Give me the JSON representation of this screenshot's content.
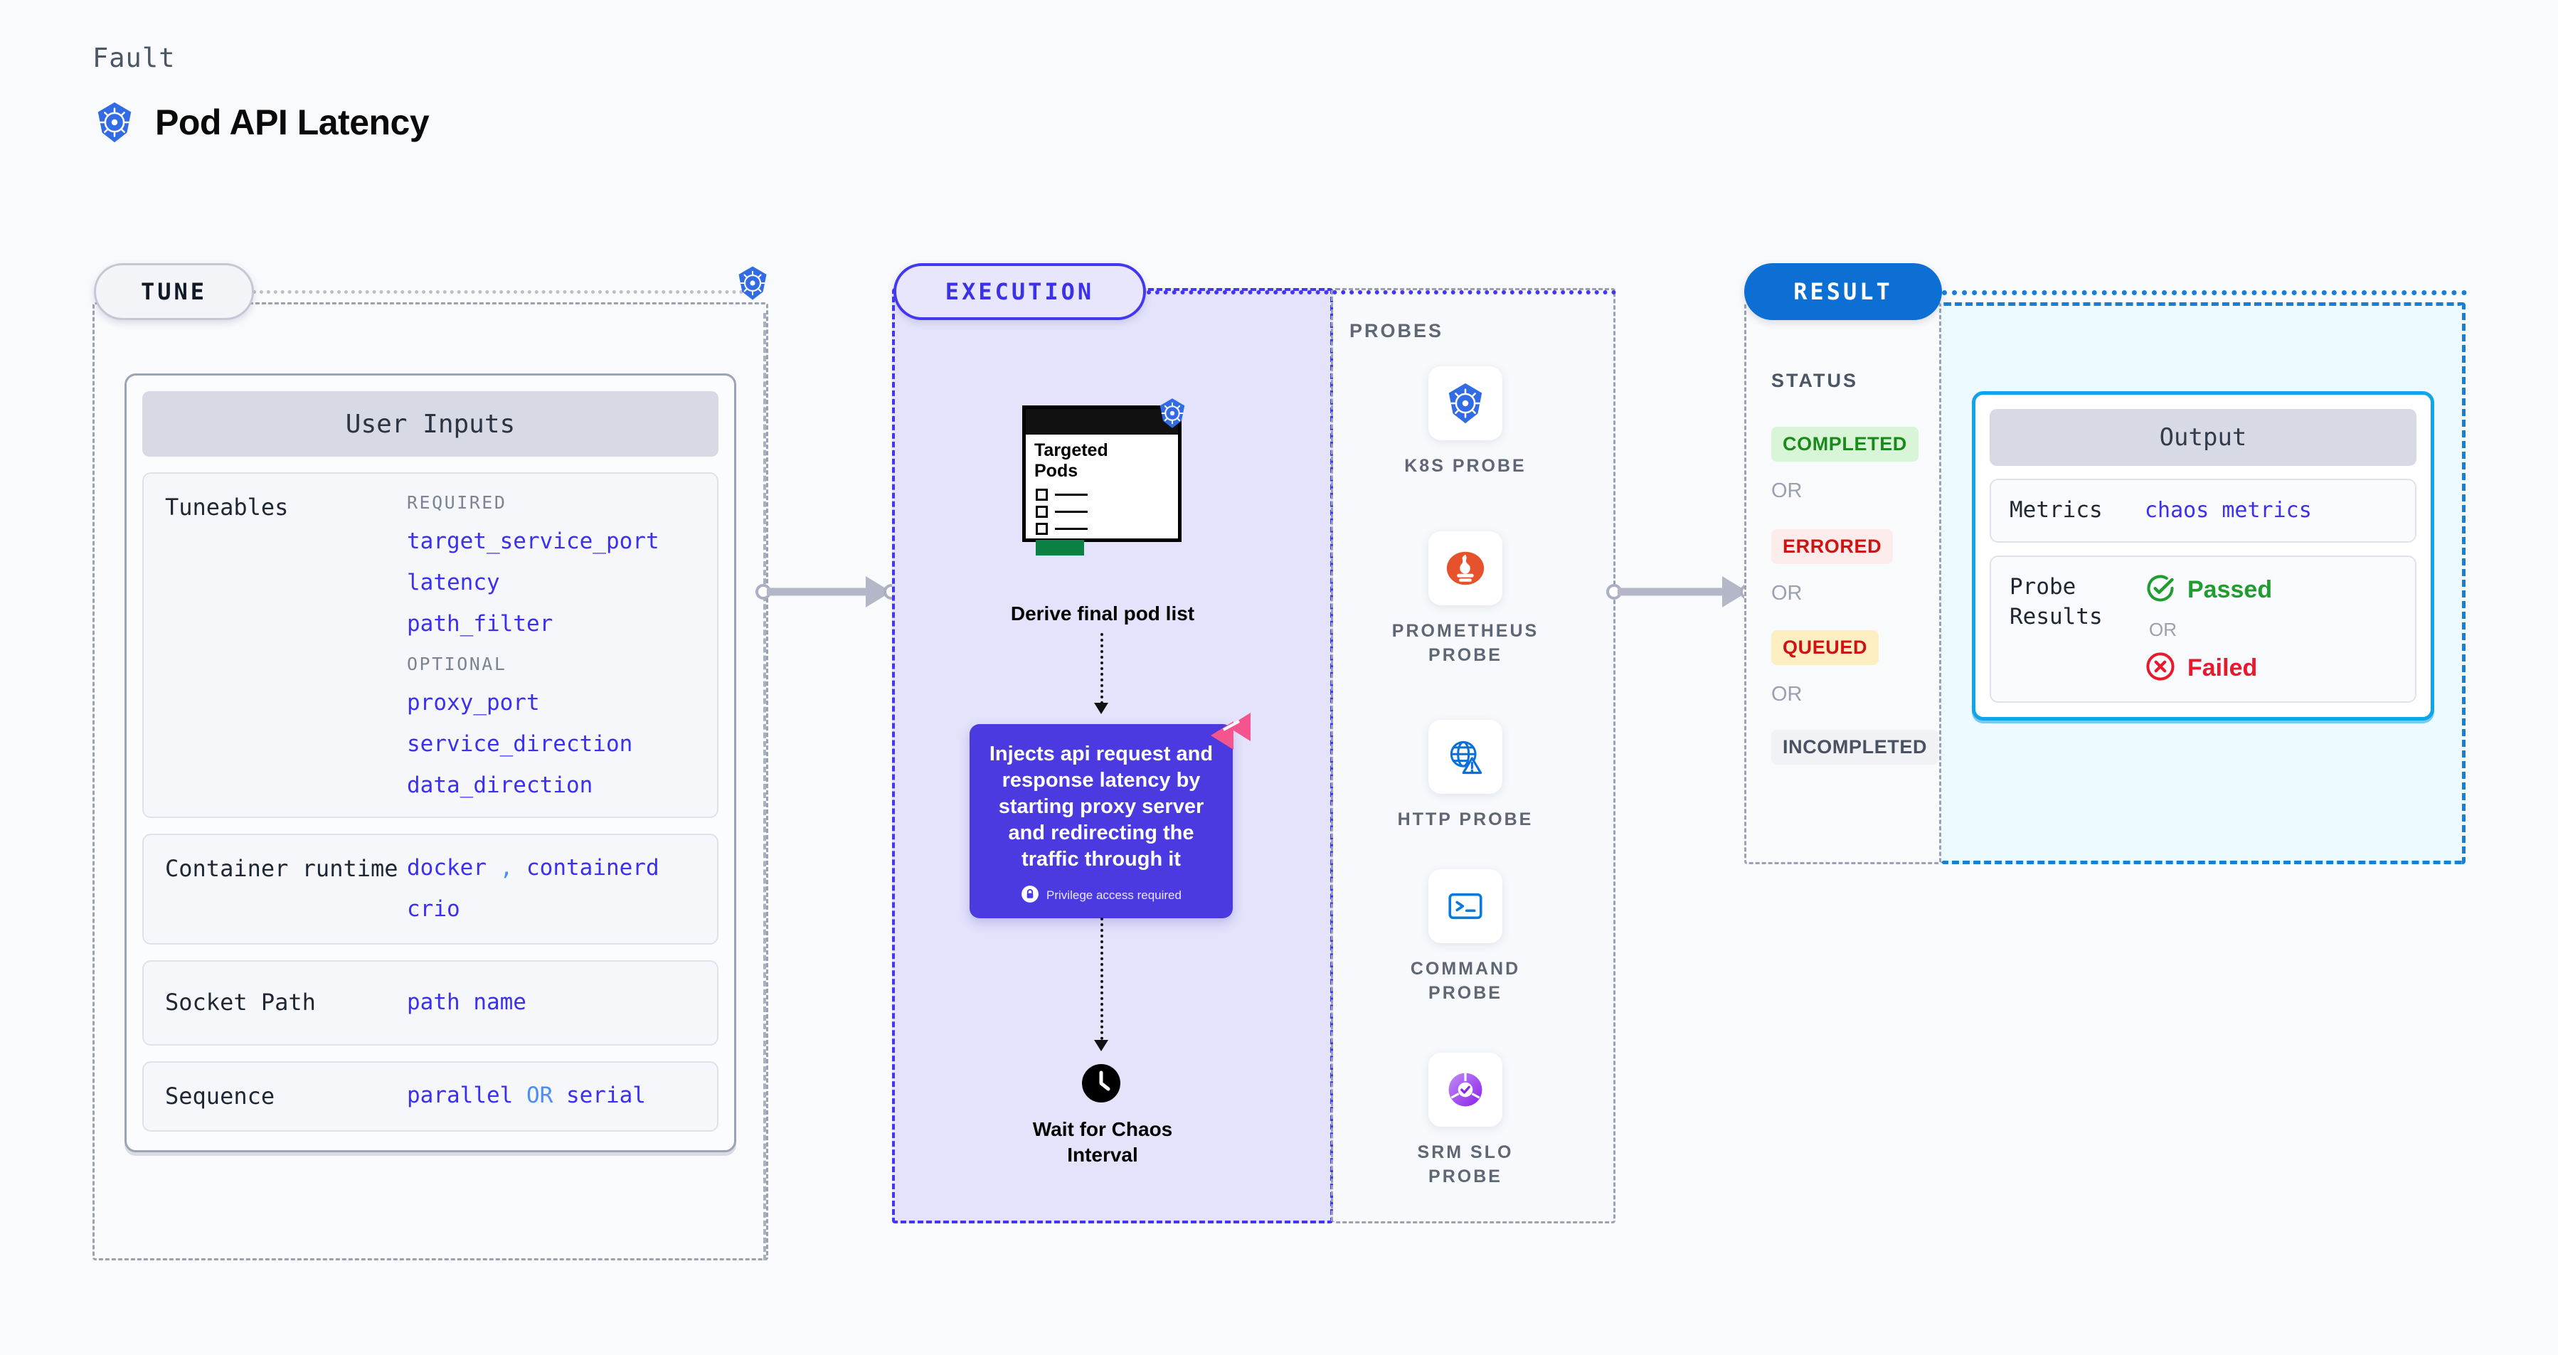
{
  "header": {
    "kicker": "Fault",
    "title": "Pod API Latency",
    "logo_icon": "kubernetes-icon"
  },
  "stages": {
    "tune": "TUNE",
    "execution": "EXECUTION",
    "result": "RESULT"
  },
  "tune": {
    "card_title": "User Inputs",
    "tuneables": {
      "label": "Tuneables",
      "required_heading": "REQUIRED",
      "required": [
        "target_service_port",
        "latency",
        "path_filter"
      ],
      "optional_heading": "OPTIONAL",
      "optional": [
        "proxy_port",
        "service_direction",
        "data_direction"
      ]
    },
    "container_runtime": {
      "label": "Container runtime",
      "values": [
        "docker",
        "containerd",
        "crio"
      ],
      "separator": ","
    },
    "socket_path": {
      "label": "Socket Path",
      "value": "path name"
    },
    "sequence": {
      "label": "Sequence",
      "first": "parallel",
      "or": "OR",
      "second": "serial"
    }
  },
  "execution": {
    "pods_card": {
      "title_line1": "Targeted",
      "title_line2": "Pods",
      "badge_icon": "kubernetes-icon"
    },
    "derive_caption": "Derive final pod list",
    "inject": {
      "text": "Injects api request and response latency by starting proxy server and redirecting the traffic through it",
      "privilege_note": "Privilege access required",
      "lock_icon": "lock-icon",
      "corner_icon": "litmus-chaos-icon"
    },
    "wait": {
      "caption_line1": "Wait for Chaos",
      "caption_line2": "Interval",
      "icon": "clock-icon"
    }
  },
  "probes": {
    "title": "PROBES",
    "items": [
      {
        "label": "K8S PROBE",
        "icon": "kubernetes-icon"
      },
      {
        "label": "PROMETHEUS PROBE",
        "icon": "prometheus-icon"
      },
      {
        "label": "HTTP PROBE",
        "icon": "http-globe-warning-icon"
      },
      {
        "label": "COMMAND PROBE",
        "icon": "terminal-icon"
      },
      {
        "label": "SRM SLO PROBE",
        "icon": "srm-slo-donut-icon"
      }
    ]
  },
  "result": {
    "status_title": "STATUS",
    "or_label": "OR",
    "statuses": [
      {
        "label": "COMPLETED",
        "bg": "#d8f5d8",
        "fg": "#1a8a1a"
      },
      {
        "label": "ERRORED",
        "bg": "#fdecec",
        "fg": "#cf1313"
      },
      {
        "label": "QUEUED",
        "bg": "#fdefc2",
        "fg": "#cf1313"
      },
      {
        "label": "INCOMPLETED",
        "bg": "#f1f2f6",
        "fg": "#4a5160"
      }
    ],
    "output": {
      "title": "Output",
      "metrics": {
        "label": "Metrics",
        "value": "chaos metrics"
      },
      "probe_results": {
        "label": "Probe Results",
        "passed": "Passed",
        "or": "OR",
        "failed": "Failed",
        "passed_icon": "check-circle-icon",
        "failed_icon": "x-circle-icon",
        "passed_color": "#1f9d2f",
        "failed_color": "#e8192c"
      }
    }
  },
  "colors": {
    "accent_purple": "#4338ee",
    "accent_blue": "#0d6fd4",
    "accent_cyan": "#12a4e8",
    "kubernetes_blue": "#326ce5",
    "code_blue": "#3b2ff0"
  }
}
